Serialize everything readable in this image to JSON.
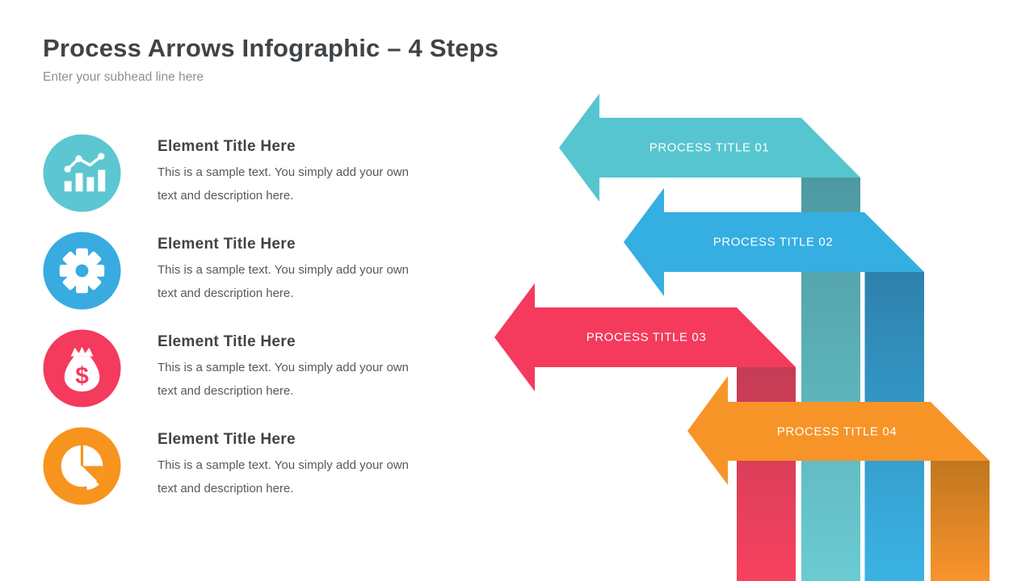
{
  "slide": {
    "title": "Process Arrows Infographic – 4 Steps",
    "subtitle": "Enter your subhead line here",
    "background_color": "#FFFFFF"
  },
  "elements": [
    {
      "icon": "bar-chart-icon",
      "color": "#5CC7D1",
      "title": "Element Title Here",
      "description": "This is a sample text. You simply add your own text and description here."
    },
    {
      "icon": "gear-icon",
      "color": "#38ABE0",
      "title": "Element Title Here",
      "description": "This is a sample text. You simply add your own text and description here."
    },
    {
      "icon": "money-bag-icon",
      "color": "#F43A5D",
      "dollar_glyph": "$",
      "title": "Element Title Here",
      "description": "This is a sample text. You simply add your own text and description here."
    },
    {
      "icon": "pie-chart-icon",
      "color": "#F7941E",
      "title": "Element Title Here",
      "description": "This is a sample text. You simply add your own text and description here."
    }
  ],
  "process_steps": [
    {
      "label": "PROCESS TITLE 01",
      "arrow_color": "#56C5CF",
      "fold_color": "#4E99A1",
      "band_light_color": "#6BCBD2"
    },
    {
      "label": "PROCESS TITLE 02",
      "arrow_color": "#35AEE2",
      "fold_color": "#2E81AD",
      "band_light_color": "#3BB3E5"
    },
    {
      "label": "PROCESS TITLE 03",
      "arrow_color": "#F43A5D",
      "fold_color": "#C43C55",
      "band_light_color": "#F8415F"
    },
    {
      "label": "PROCESS TITLE 04",
      "arrow_color": "#F79428",
      "fold_color": "#C0771F",
      "band_light_color": "#F9932D"
    }
  ],
  "text_colors": {
    "title": "#3F4448",
    "subtitle": "#8C9196",
    "element_title": "#3F4448",
    "description": "#55595D",
    "arrow_label": "#FFFFFF"
  }
}
